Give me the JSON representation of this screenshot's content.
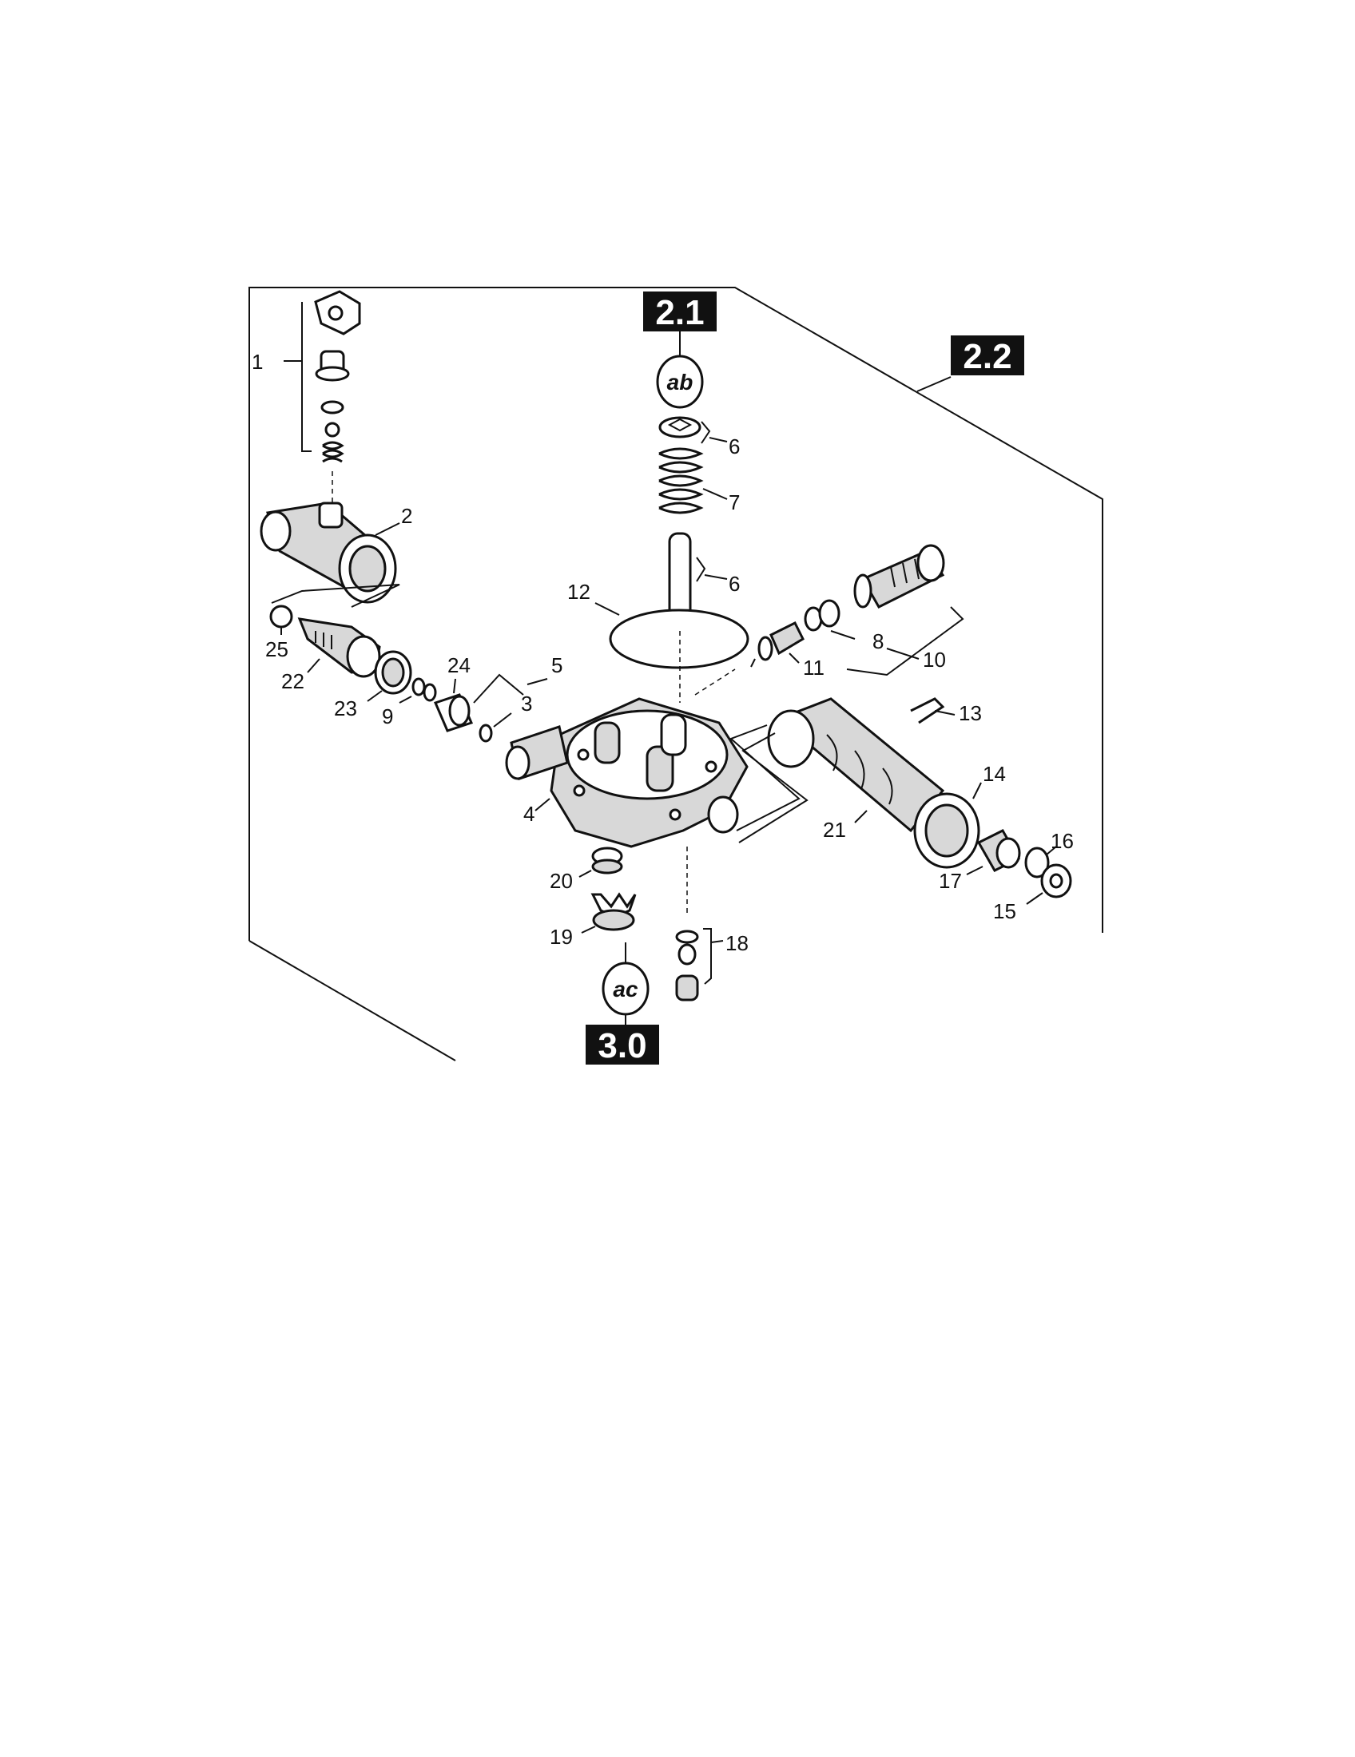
{
  "sections": {
    "s21": "2.1",
    "s22": "2.2",
    "s30": "3.0"
  },
  "markers": {
    "ab": "ab",
    "ac": "ac"
  },
  "parts": {
    "p1": "1",
    "p2": "2",
    "p3": "3",
    "p4": "4",
    "p5": "5",
    "p6a": "6",
    "p6b": "6",
    "p7": "7",
    "p8": "8",
    "p9": "9",
    "p10": "10",
    "p11": "11",
    "p12": "12",
    "p13": "13",
    "p14": "14",
    "p15": "15",
    "p16": "16",
    "p17": "17",
    "p18": "18",
    "p19": "19",
    "p20": "20",
    "p21": "21",
    "p22": "22",
    "p23": "23",
    "p24": "24",
    "p25": "25"
  }
}
